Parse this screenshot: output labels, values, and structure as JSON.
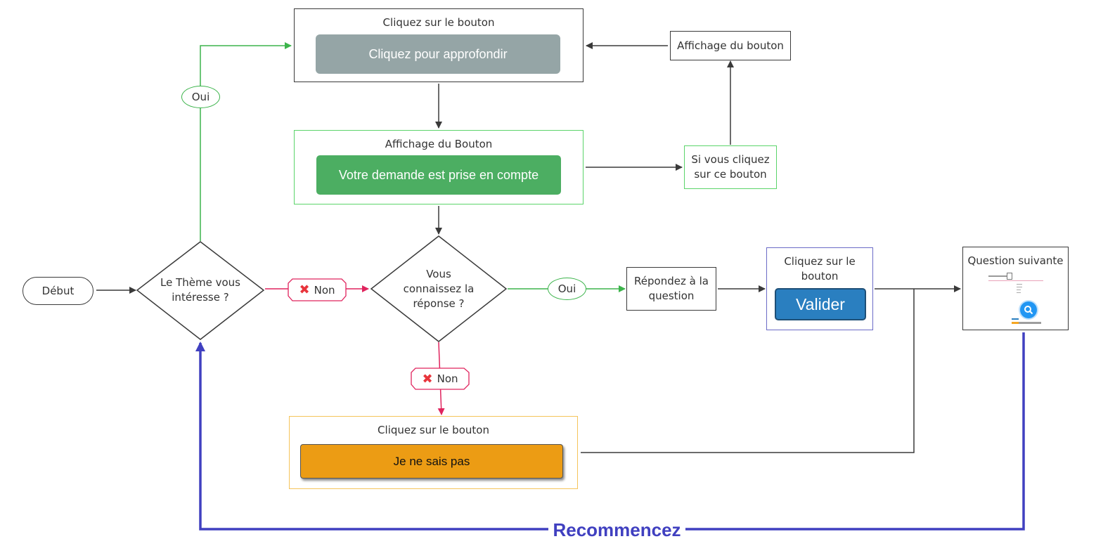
{
  "colors": {
    "dark": "#3a3a3a",
    "green": "#3cb44b",
    "red": "#e0245e",
    "blue": "#4040c0",
    "grey_button": "#95a5a6",
    "green_button": "#4cae62",
    "orange_button": "#ec9c14",
    "blue_button": "#2a7fc0",
    "orange_border": "#f5c45a",
    "purple_border": "#6b6bc7"
  },
  "nodes": {
    "start": "Début",
    "decision_theme": "Le Thème vous intéresse ?",
    "decision_answer": "Vous connaissez la réponse ?",
    "click_box": {
      "title": "Cliquez sur le bouton",
      "button": "Cliquez pour approfondir"
    },
    "display_box": {
      "title": "Affichage du Bouton",
      "button": "Votre demande est prise en compte"
    },
    "if_click": "Si vous cliquez sur ce bouton",
    "display_button": "Affichage du bouton",
    "answer": "Répondez à la question",
    "validate_box": {
      "title": "Cliquez sur le bouton",
      "button": "Valider"
    },
    "next_question": {
      "title": "Question suivante",
      "icon": "search-icon"
    },
    "dont_know_box": {
      "title": "Cliquez sur le bouton",
      "button": "Je ne sais pas"
    }
  },
  "labels": {
    "yes_top": "Oui",
    "no_right": "Non",
    "yes_right": "Oui",
    "no_down": "Non",
    "restart": "Recommencez"
  }
}
